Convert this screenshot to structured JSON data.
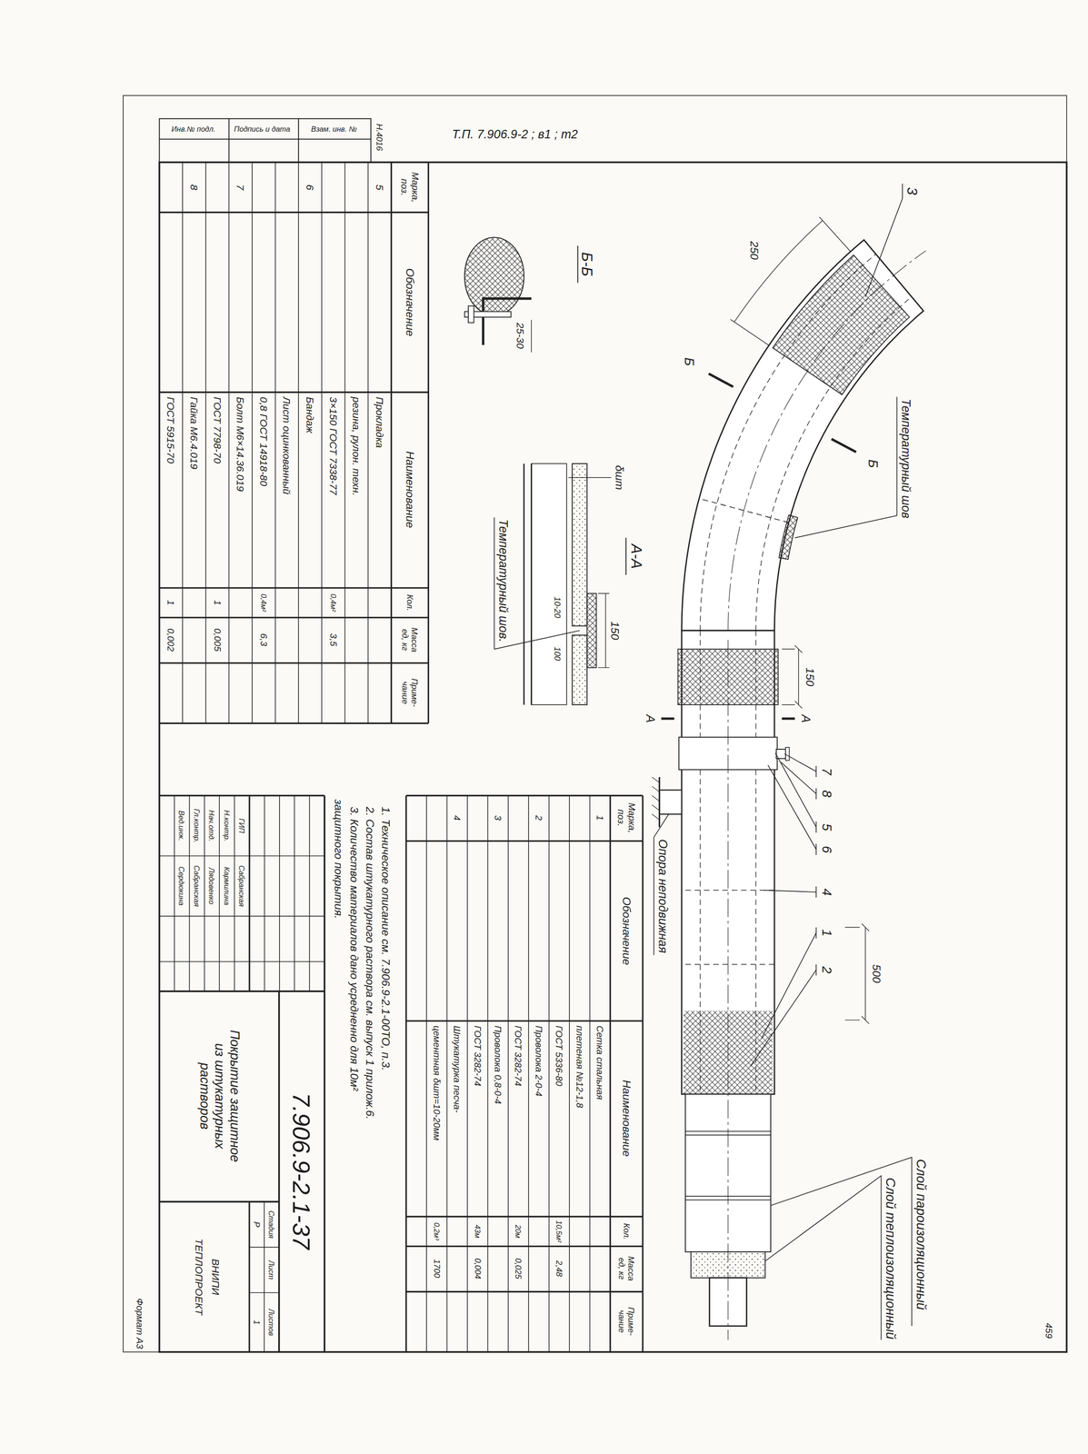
{
  "diagram": {
    "labels": [
      "Марка, поз.",
      "Обозначение",
      "Наименование",
      "Кол.",
      "Масса ед, кг",
      "Приме- чание",
      "5",
      "Прокладка",
      "резина, рулон. техн.",
      "3×150 ГОСТ 7338-77",
      "0,4м²",
      "3,5",
      "6",
      "Бандаж",
      "Лист оцинкованный",
      "0,8 ГОСТ 14918-80",
      "0,4м²",
      "6,3",
      "7",
      "Болт М6×14.36.019",
      "ГОСТ 7798-70",
      "1",
      "0,005",
      "8",
      "Гайка М6.4.019",
      "ГОСТ 5915-70",
      "1",
      "0,002",
      "Марка, поз.",
      "Обозначение",
      "Наименование",
      "Кол.",
      "Масса ед, кг",
      "Приме- чание",
      "1",
      "Сетка стальная",
      "плетеная №12-1,8",
      "ГОСТ 5336-80",
      "10,5м²",
      "2,48",
      "2",
      "Проволока 2-0-4",
      "ГОСТ 3282-74",
      "20м",
      "0,025",
      "3",
      "Проволока 0,8-0-4",
      "ГОСТ 3282-74",
      "43м",
      "0,004",
      "4",
      "Штукатурка песча-",
      "цементная δшт=10-20мм",
      "0,2м³",
      "1700",
      "1. Техническое описание см. 7.906.9-2.1-00ТО, п.3.",
      "2. Состав штукатурного раствора см. выпуск 1 прилож.6.",
      "3. Количество материалов дано усредненно для 10м²",
      "защитного покрытия.",
      "ГИП",
      "Сабранская",
      "Н.контр.",
      "Кармилина",
      "Нач.отд.",
      "Лядовенко",
      "Гл.контр.",
      "Сабранская",
      "Вед.инж.",
      "Сердюкина",
      "7.906.9-2.1-37",
      "Покрытие защитное из штукатурных растворов",
      "Стадия",
      "Лист",
      "Листов",
      "Р",
      "1",
      "ВНИПИ",
      "ТЕПЛОПРОЕКТ",
      "Температурный шов",
      "3",
      "250",
      "Б",
      "Б",
      "Б-Б",
      "25-30",
      "А-А",
      "δшт",
      "150",
      "10-20",
      "100",
      "Температурный шов.",
      "150",
      "А",
      "А",
      "7",
      "8",
      "5",
      "6",
      "4",
      "1",
      "2",
      "Опора неподвижная",
      "500",
      "Слой пароизоляционный",
      "Слой теплоизоляционный",
      "Н.4016",
      "459",
      "Формат А3",
      "Инв.№ подл.",
      "Подпись и дата",
      "Взам. инв. №",
      "Т.П. 7.906.9-2 ; в1 ; т2"
    ]
  }
}
